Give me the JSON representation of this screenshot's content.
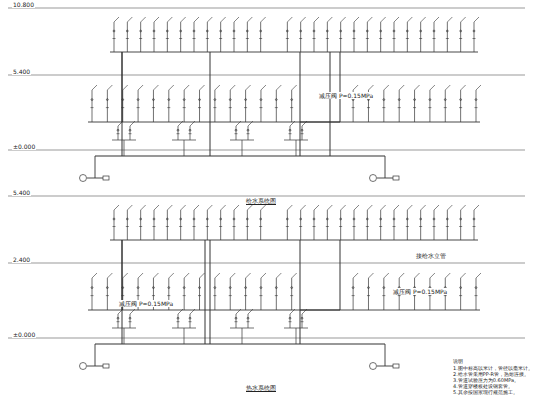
{
  "diagram": {
    "labels": [
      "10.800",
      "5.400",
      "±0.000",
      "减压阀 P=0.15MPa",
      "给水系统图",
      "5.400",
      "2.400",
      "±0.000",
      "减压阀 P=0.15MPa",
      "减压阀 P=0.15MPa",
      "热水系统图",
      "接给水立管",
      "说明",
      "1.图中标高以米计，管径以毫米计。",
      "2.给水管采用PP-R管，热熔连接。",
      "3.管道试验压力为0.60MPa。",
      "4.管道穿楼板处设钢套管。",
      "5.其余按国家现行规范施工。"
    ]
  }
}
